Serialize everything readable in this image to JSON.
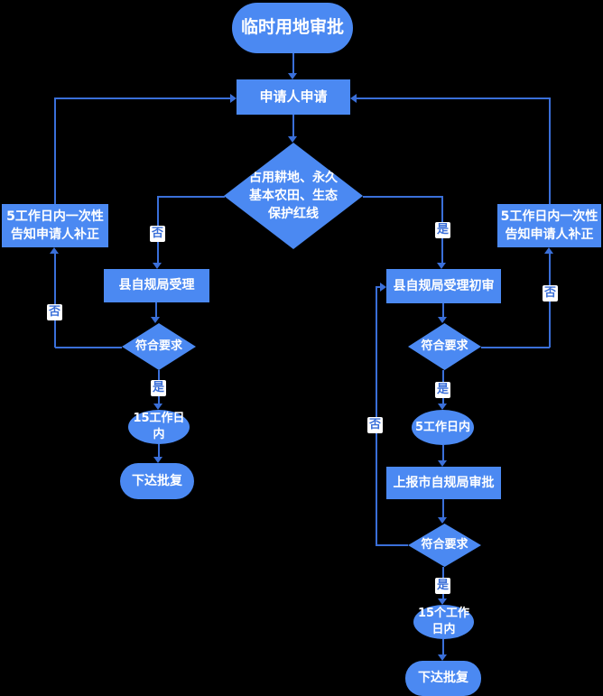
{
  "diagram": {
    "title": "临时用地审批",
    "type": "flowchart",
    "background_color": "#000000",
    "shape_fill_color": "#4b89f2",
    "shape_text_color": "#ffffff",
    "connector_color": "#3a6fd9"
  },
  "nodes": {
    "start": "临时用地审批",
    "apply": "申请人申请",
    "main_decision": "占用耕地、永久基本农田、生态保护红线",
    "notify_left": "5工作日内一次性告知申请人补正",
    "notify_right": "5工作日内一次性告知申请人补正",
    "county_accept": "县自规局受理",
    "check_left": "符合要求",
    "days15_left": "15工作日内",
    "issue_left": "下达批复",
    "county_review": "县自规局受理初审",
    "check_mid": "符合要求",
    "days5": "5工作日内",
    "city_approval": "上报市自规局审批",
    "check_bottom": "符合要求",
    "days15_right": "15个工作日内",
    "issue_right": "下达批复"
  },
  "labels": {
    "yes": "是",
    "no": "否"
  }
}
